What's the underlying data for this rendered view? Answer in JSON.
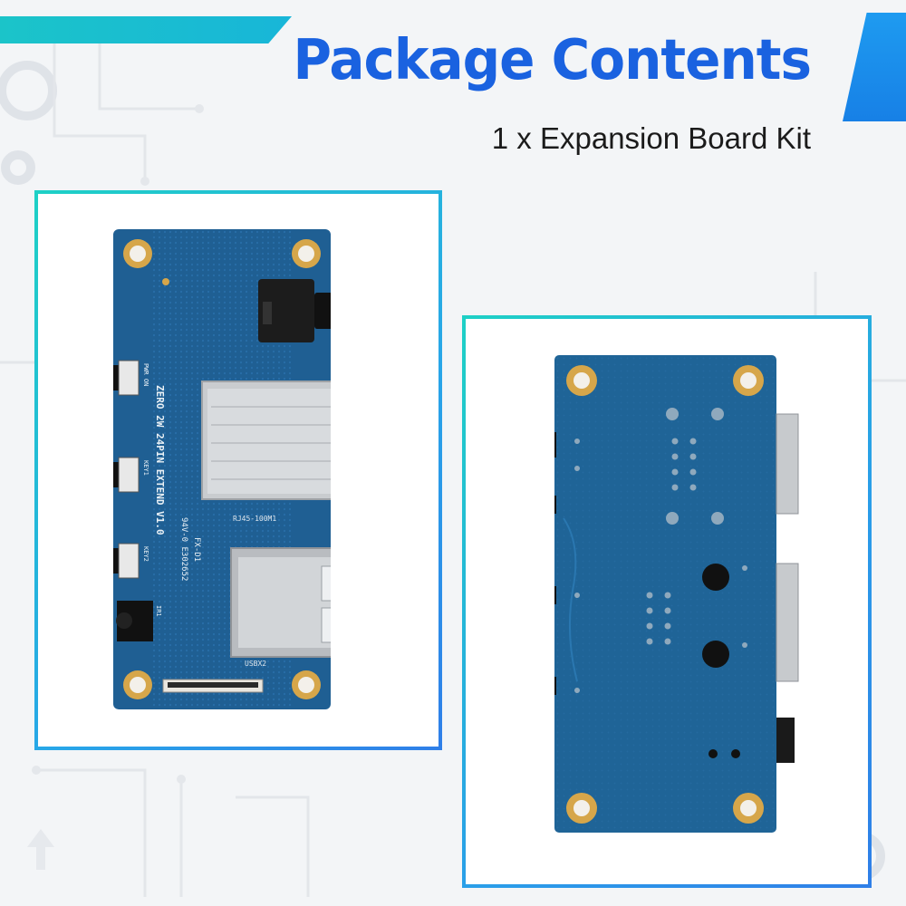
{
  "header": {
    "title": "Package Contents",
    "subtitle": "1 x Expansion Board Kit"
  },
  "colors": {
    "title": "#1a62e0",
    "accent_cyan": "#1bc4c9",
    "accent_blue": "#1780e6",
    "pcb": "#1f5f93",
    "gold_pad": "#d6a64a"
  },
  "front_board": {
    "silkscreen_main": "ZERO 2W 24PIN EXTEND V1.0",
    "model": "FX-D1",
    "rj45_label": "RJ45-100M1",
    "usb_label": "USBX2",
    "pwr_label": "PWR ON",
    "key1_label": "KEY1",
    "key2_label": "KEY2",
    "ir_label": "IR1",
    "code_label": "94V-0 E302652"
  },
  "icons": {
    "gear": "gear-icon",
    "arrow": "arrow-up-icon"
  }
}
